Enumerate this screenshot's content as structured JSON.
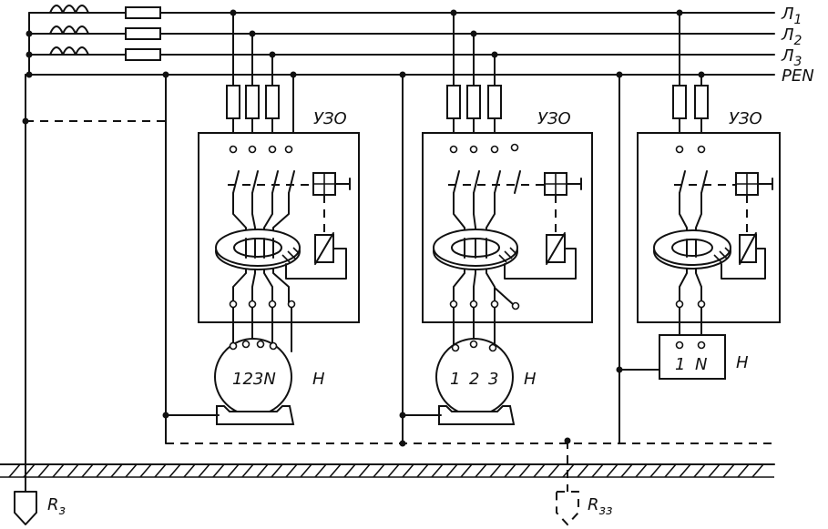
{
  "lines": {
    "l1": "Л",
    "l1_sub": "1",
    "l2": "Л",
    "l2_sub": "2",
    "l3": "Л",
    "l3_sub": "3",
    "pen": "PEN"
  },
  "devices": [
    {
      "rcd_label": "УЗО",
      "load_label": "Н",
      "terminals": "123N"
    },
    {
      "rcd_label": "УЗО",
      "load_label": "Н",
      "terminals": [
        "1",
        "2",
        "3"
      ]
    },
    {
      "rcd_label": "УЗО",
      "load_label": "Н",
      "terminals": [
        "1",
        "N"
      ]
    }
  ],
  "grounds": {
    "main_r": "R",
    "main_sub": "з",
    "rep_r": "R",
    "rep_sub": "зз"
  }
}
